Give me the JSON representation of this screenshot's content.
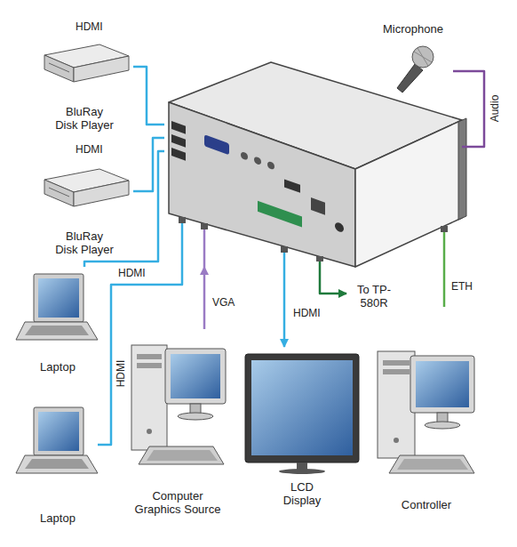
{
  "diagram": {
    "nodes": [
      {
        "text": [
          "BluRay Disk Player"
        ]
      },
      {
        "text": [
          "BluRay Disk Player"
        ]
      },
      {
        "text": [
          "Laptop"
        ]
      },
      {
        "text": [
          "Laptop"
        ]
      },
      {
        "text": [
          "Computer Graphics Source"
        ]
      },
      {
        "text": [
          "LCD Display"
        ]
      },
      {
        "text": [
          "Controller"
        ]
      },
      {
        "text": [
          "Microphone"
        ]
      },
      {
        "text": []
      },
      {
        "text": [
          "To TP-580R"
        ]
      }
    ],
    "edges": [
      {
        "from": 0,
        "to": 8,
        "label": "HDMI",
        "arrow": "none"
      },
      {
        "from": 1,
        "to": 8,
        "label": "HDMI",
        "arrow": "none"
      },
      {
        "from": 2,
        "to": 8,
        "label": "HDMI",
        "arrow": "none"
      },
      {
        "from": 3,
        "to": 8,
        "label": "HDMI",
        "arrow": "none"
      },
      {
        "from": 4,
        "to": 8,
        "label": "VGA",
        "arrow": "to"
      },
      {
        "from": 8,
        "to": 5,
        "label": "HDMI",
        "arrow": "to"
      },
      {
        "from": 8,
        "to": 9,
        "arrow": "to"
      },
      {
        "from": 6,
        "to": 8,
        "label": "ETH",
        "arrow": "none"
      },
      {
        "from": 7,
        "to": 8,
        "label": "Audio",
        "arrow": "none"
      }
    ]
  }
}
